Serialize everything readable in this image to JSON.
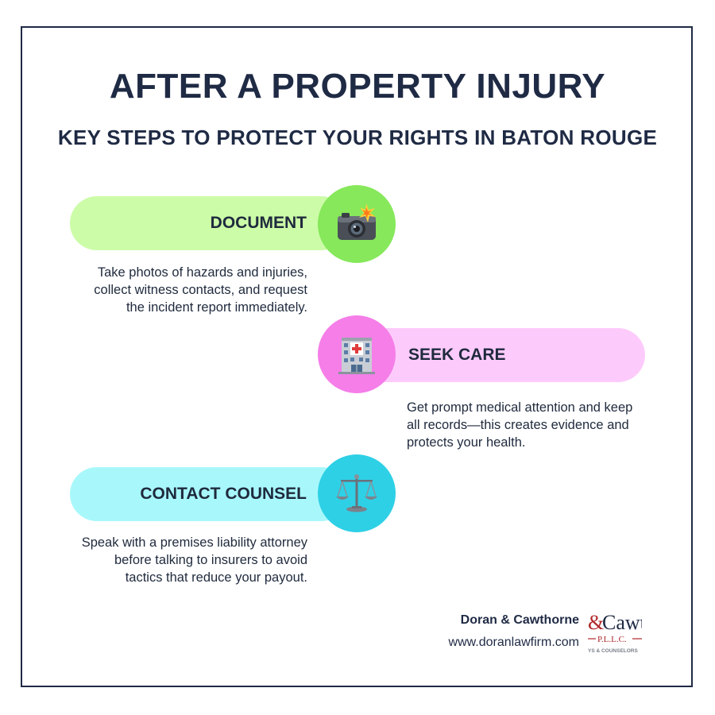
{
  "header": {
    "title": "AFTER A PROPERTY INJURY",
    "subtitle": "KEY STEPS TO PROTECT YOUR RIGHTS IN BATON ROUGE"
  },
  "steps": [
    {
      "label": "DOCUMENT",
      "icon": "camera-with-flash-icon",
      "description": "Take photos of hazards and injuries, collect witness contacts, and request the incident report immediately.",
      "pill_color": "#ccfca8",
      "circle_color": "#86e85a"
    },
    {
      "label": "SEEK CARE",
      "icon": "hospital-icon",
      "description": "Get prompt medical attention and keep all records—this creates evidence and protects your health.",
      "pill_color": "#fdcbfb",
      "circle_color": "#f57ee8"
    },
    {
      "label": "CONTACT COUNSEL",
      "icon": "balance-scale-icon",
      "description": "Speak with a premises liability attorney before talking to insurers to avoid tactics that reduce your payout.",
      "pill_color": "#a8f8fb",
      "circle_color": "#2ed0e6"
    }
  ],
  "footer": {
    "firm_name": "Doran & Cawthorne",
    "website": "www.doranlawfirm.com",
    "logo_text": "&Cawt",
    "logo_sub": "P.L.L.C.",
    "logo_tagline": "YS & COUNSELORS"
  },
  "colors": {
    "border": "#1f2a44",
    "logo_red": "#b0282c"
  }
}
